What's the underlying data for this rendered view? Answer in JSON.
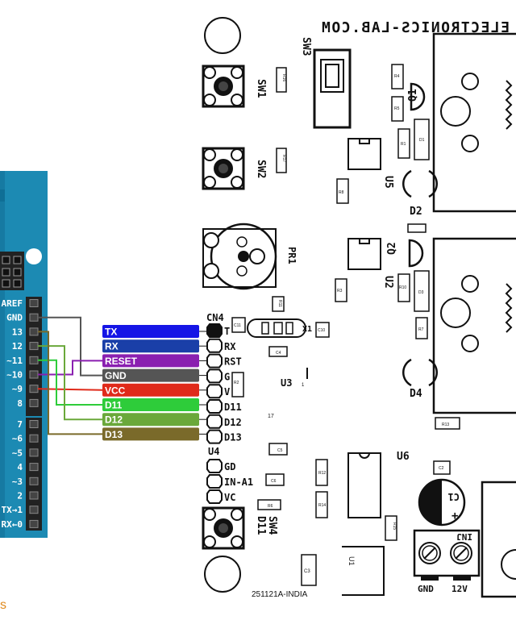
{
  "header": {
    "brand": "ELECTRONICS-LAB.COM"
  },
  "arduino": {
    "top_pins": [
      "AREF",
      "GND",
      "13",
      "12",
      "~11",
      "~10",
      "~9",
      "8"
    ],
    "bottom_pins": [
      "7",
      "~6",
      "~5",
      "4",
      "~3",
      "2",
      "TX→1",
      "RX←0"
    ],
    "side_text": "s",
    "colors": {
      "board": "#1c8ab3",
      "board_dark": "#0f6f96",
      "side_text": "#e08a1e"
    }
  },
  "signals": [
    {
      "label": "TX",
      "color": "#1515e6"
    },
    {
      "label": "RX",
      "color": "#1a3fa8"
    },
    {
      "label": "RESET",
      "color": "#8a1fb0"
    },
    {
      "label": "GND",
      "color": "#555555"
    },
    {
      "label": "VCC",
      "color": "#e02a1a"
    },
    {
      "label": "D11",
      "color": "#2ecc3a"
    },
    {
      "label": "D12",
      "color": "#6aa83a"
    },
    {
      "label": "D13",
      "color": "#7a6a2a"
    }
  ],
  "connector": {
    "name": "CN4",
    "pins": [
      "T",
      "RX",
      "RST",
      "G",
      "V",
      "D11",
      "D12",
      "D13"
    ]
  },
  "u4": {
    "name": "U4",
    "pins": [
      "GD",
      "IN-A1",
      "VC"
    ]
  },
  "components": {
    "sw1": "SW1",
    "sw2": "SW2",
    "sw3": "SW3",
    "sw4": "SW4",
    "sw4_sub": "D11",
    "pr1": "PR1",
    "q1": "Q1",
    "q2": "Q2",
    "u2": "U2",
    "u3": "U3",
    "u5": "U5",
    "u6": "U6",
    "u1": "U1",
    "d2": "D2",
    "d4": "D4",
    "x1": "X1",
    "c1": "C1",
    "c3": "C3",
    "inj": "INJ",
    "gnd": "GND",
    "v12": "12V",
    "pcb_code": "251121A-INDIA",
    "plus": "+",
    "r16": "R16",
    "r17": "R17",
    "r4": "R4",
    "r5": "R5",
    "r1": "R1",
    "r8": "R8",
    "r3": "R3",
    "r10": "R10",
    "r7": "R7",
    "r2": "R2",
    "r12": "R12",
    "r14": "R14",
    "r6": "R6",
    "r15": "R15",
    "r13": "R13",
    "r11": "R11",
    "c10": "C10",
    "c11": "C11",
    "c4": "C4",
    "c5": "C5",
    "c6": "C6",
    "c2": "C2",
    "d1": "D1",
    "d3": "D3",
    "v17": "17",
    "one": "1"
  }
}
